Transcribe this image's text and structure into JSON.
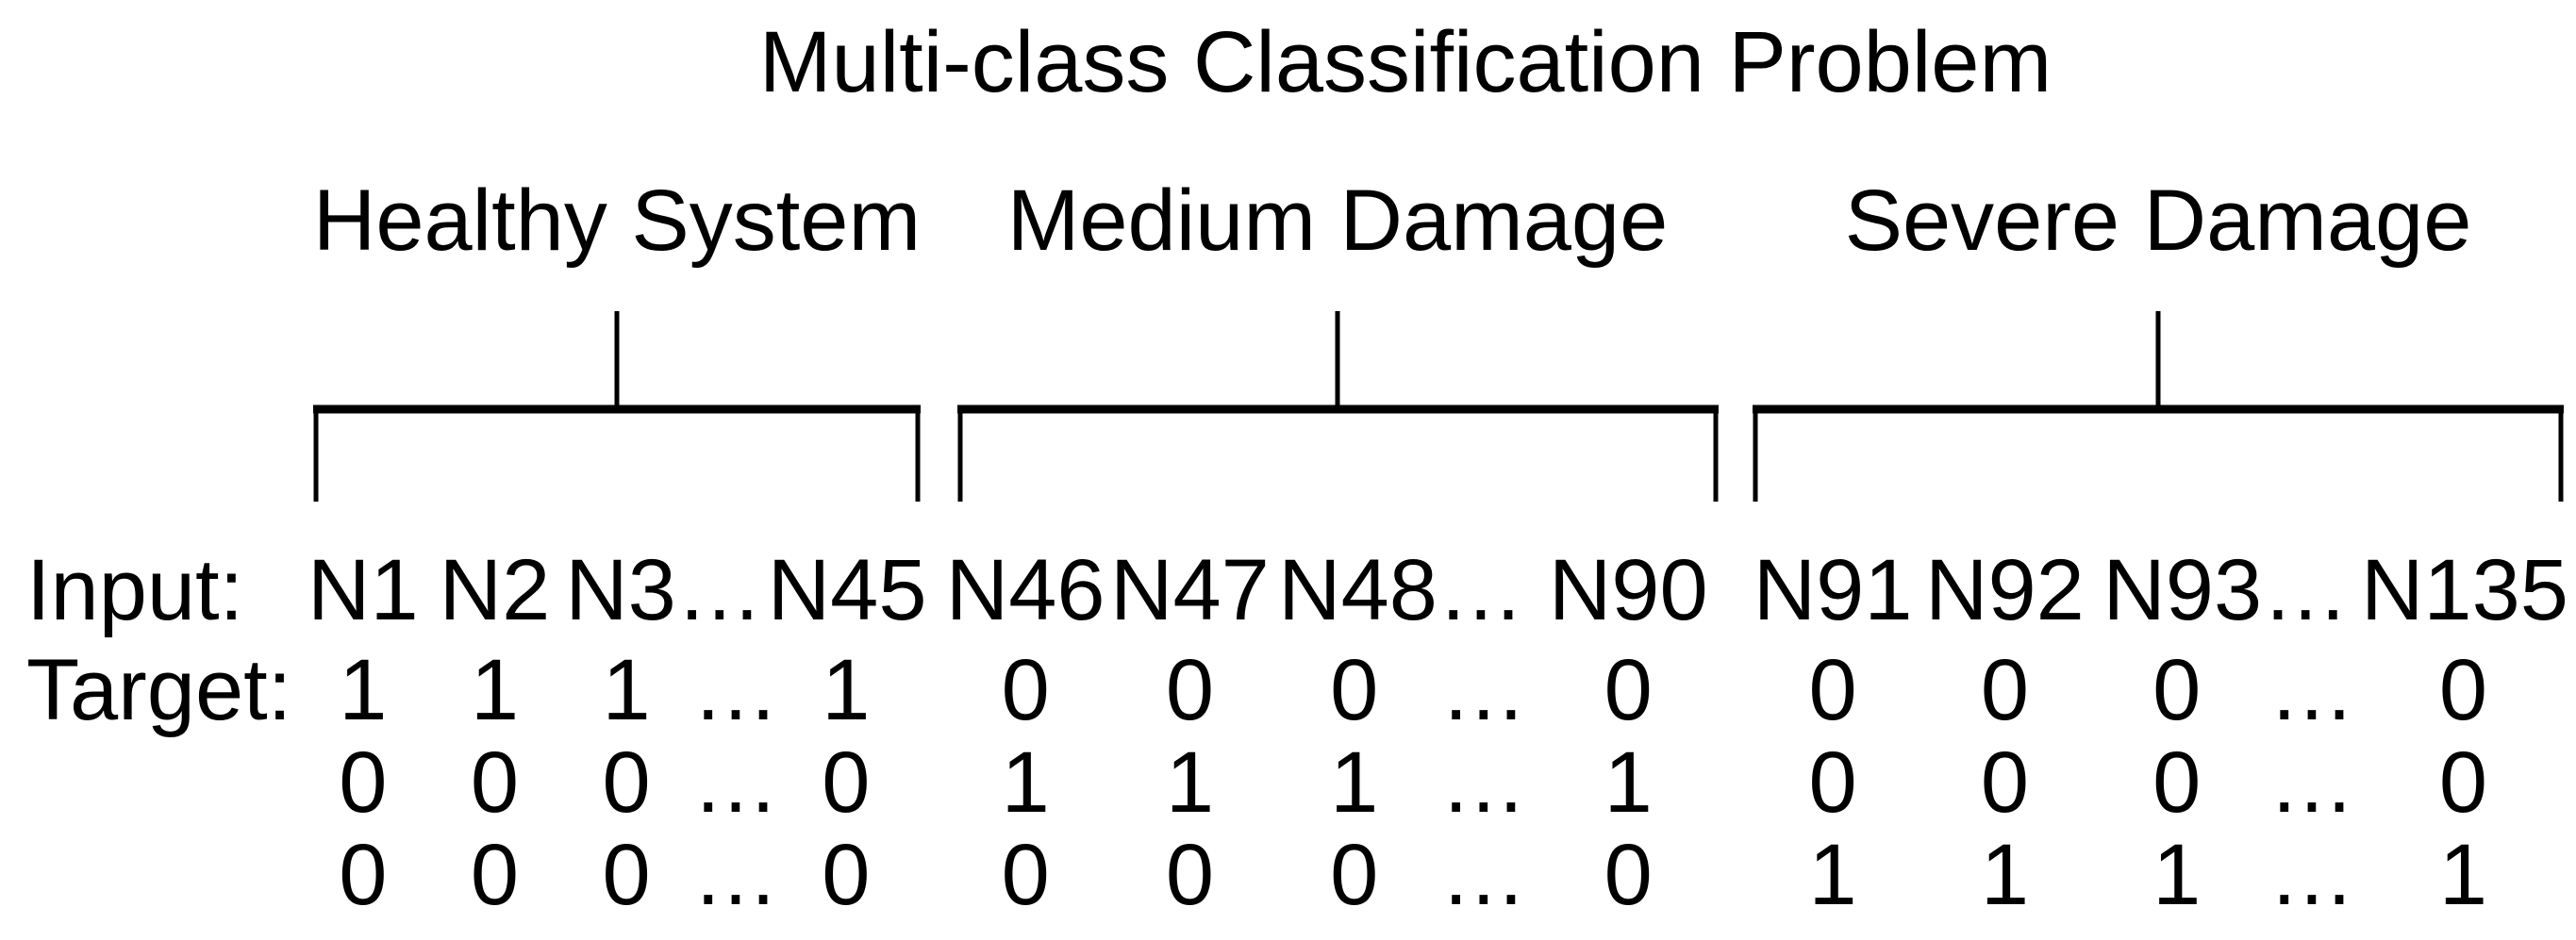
{
  "title": "Multi-class Classification Problem",
  "row_labels": {
    "input": "Input:",
    "target": "Target:"
  },
  "groups": [
    {
      "label": "Healthy System",
      "input_labels": [
        "N1",
        "N2",
        "N3…",
        "N45"
      ],
      "target_rows": [
        [
          "1",
          "1",
          "1",
          "…",
          "1"
        ],
        [
          "0",
          "0",
          "0",
          "…",
          "0"
        ],
        [
          "0",
          "0",
          "0",
          "…",
          "0"
        ]
      ]
    },
    {
      "label": "Medium Damage",
      "input_labels": [
        "N46",
        "N47",
        "N48…",
        "N90"
      ],
      "target_rows": [
        [
          "0",
          "0",
          "0",
          "…",
          "0"
        ],
        [
          "1",
          "1",
          "1",
          "…",
          "1"
        ],
        [
          "0",
          "0",
          "0",
          "…",
          "0"
        ]
      ]
    },
    {
      "label": "Severe Damage",
      "input_labels": [
        "N91",
        "N92",
        "N93…",
        "N135"
      ],
      "target_rows": [
        [
          "0",
          "0",
          "0",
          "…",
          "0"
        ],
        [
          "0",
          "0",
          "0",
          "…",
          "0"
        ],
        [
          "1",
          "1",
          "1",
          "…",
          "1"
        ]
      ]
    }
  ],
  "colors": {
    "background": "#ffffff",
    "text": "#000000",
    "line": "#000000"
  }
}
